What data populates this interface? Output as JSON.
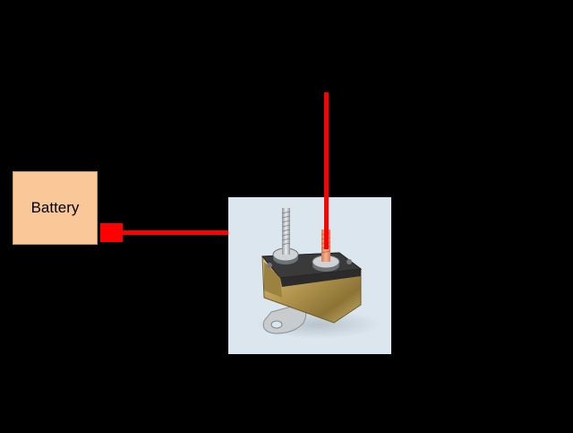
{
  "battery": {
    "label": "Battery"
  },
  "colors": {
    "background": "#000000",
    "battery_fill": "#fac898",
    "wire": "#ff0000",
    "photo_background": "#dbe6ef",
    "breaker_metal": "#b89a52",
    "stud_metal": "#c8ccd0"
  },
  "icons": {
    "breaker": "circuit-breaker-photo",
    "terminal": "battery-terminal-square"
  }
}
